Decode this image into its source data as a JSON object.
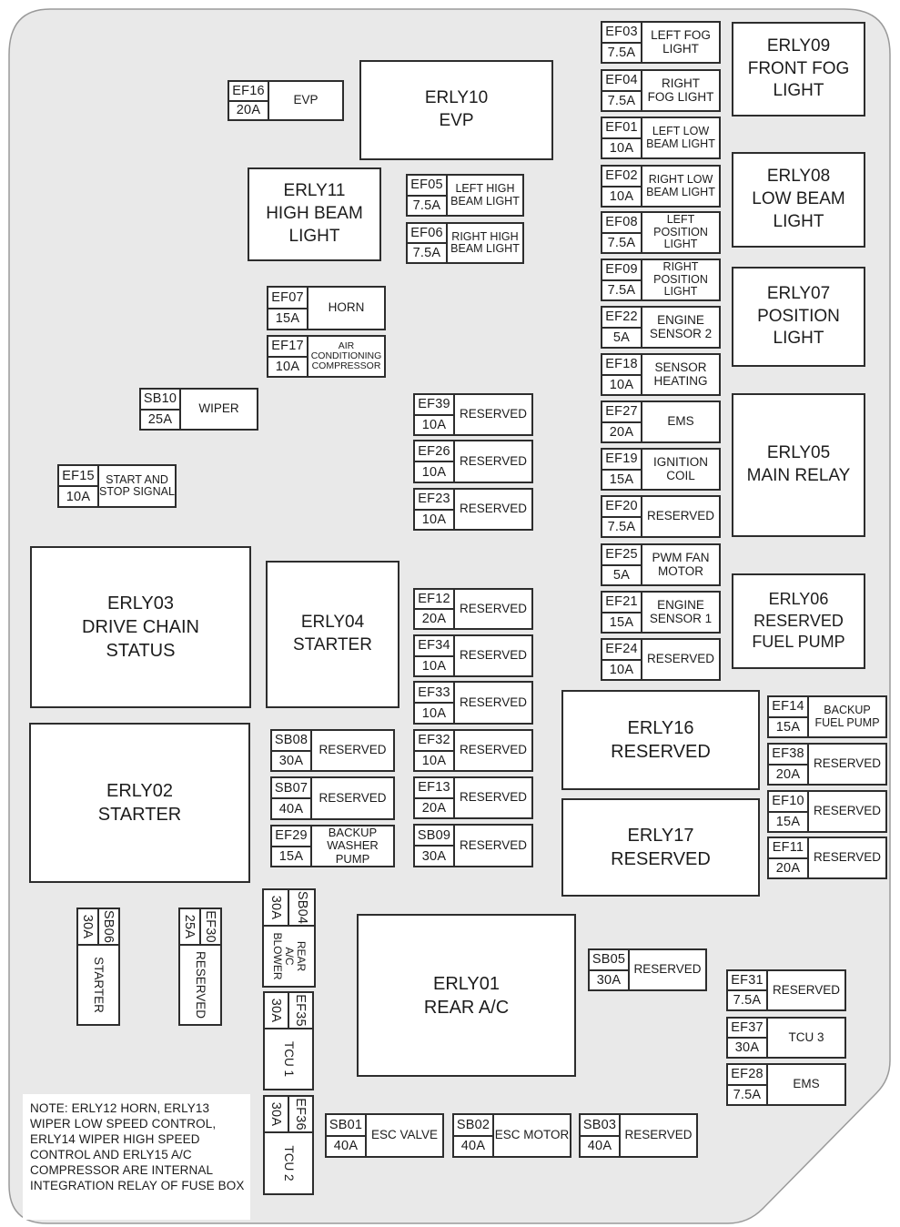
{
  "colors": {
    "board_fill": "#e9e9e9",
    "board_stroke": "#9a9a9a",
    "box_fill": "#ffffff",
    "box_border": "#2d2d2d",
    "text": "#1c1c1c"
  },
  "note": {
    "text": "NOTE: ERLY12 HORN, ERLY13 WIPER LOW SPEED CONTROL, ERLY14 WIPER HIGH SPEED CONTROL AND ERLY15 A/C COMPRESSOR ARE INTERNAL INTEGRATION RELAY OF FUSE BOX"
  },
  "relays": [
    {
      "id": "ERLY10",
      "text": "ERLY10\nEVP"
    },
    {
      "id": "ERLY11",
      "text": "ERLY11\nHIGH BEAM\nLIGHT"
    },
    {
      "id": "ERLY09",
      "text": "ERLY09\nFRONT FOG\nLIGHT"
    },
    {
      "id": "ERLY08",
      "text": "ERLY08\nLOW BEAM\nLIGHT"
    },
    {
      "id": "ERLY07",
      "text": "ERLY07\nPOSITION\nLIGHT"
    },
    {
      "id": "ERLY05",
      "text": "ERLY05\nMAIN RELAY"
    },
    {
      "id": "ERLY06",
      "text": "ERLY06\nRESERVED\nFUEL PUMP"
    },
    {
      "id": "ERLY03",
      "text": "ERLY03\nDRIVE CHAIN\nSTATUS"
    },
    {
      "id": "ERLY04",
      "text": "ERLY04\nSTARTER"
    },
    {
      "id": "ERLY02",
      "text": "ERLY02\nSTARTER"
    },
    {
      "id": "ERLY16",
      "text": "ERLY16\nRESERVED"
    },
    {
      "id": "ERLY17",
      "text": "ERLY17\nRESERVED"
    },
    {
      "id": "ERLY01",
      "text": "ERLY01\nREAR A/C"
    }
  ],
  "fuses": [
    {
      "code": "EF16",
      "amp": "20A",
      "label": "EVP"
    },
    {
      "code": "EF05",
      "amp": "7.5A",
      "label": "LEFT HIGH\nBEAM LIGHT"
    },
    {
      "code": "EF06",
      "amp": "7.5A",
      "label": "RIGHT HIGH\nBEAM LIGHT"
    },
    {
      "code": "EF03",
      "amp": "7.5A",
      "label": "LEFT FOG\nLIGHT"
    },
    {
      "code": "EF04",
      "amp": "7.5A",
      "label": "RIGHT\nFOG LIGHT"
    },
    {
      "code": "EF01",
      "amp": "10A",
      "label": "LEFT LOW\nBEAM LIGHT"
    },
    {
      "code": "EF02",
      "amp": "10A",
      "label": "RIGHT LOW\nBEAM LIGHT"
    },
    {
      "code": "EF08",
      "amp": "7.5A",
      "label": "LEFT\nPOSITION\nLIGHT"
    },
    {
      "code": "EF09",
      "amp": "7.5A",
      "label": "RIGHT\nPOSITION\nLIGHT"
    },
    {
      "code": "EF22",
      "amp": "5A",
      "label": "ENGINE\nSENSOR 2"
    },
    {
      "code": "EF18",
      "amp": "10A",
      "label": "SENSOR\nHEATING"
    },
    {
      "code": "EF27",
      "amp": "20A",
      "label": "EMS"
    },
    {
      "code": "EF19",
      "amp": "15A",
      "label": "IGNITION\nCOIL"
    },
    {
      "code": "EF20",
      "amp": "7.5A",
      "label": "RESERVED"
    },
    {
      "code": "EF25",
      "amp": "5A",
      "label": "PWM FAN\nMOTOR"
    },
    {
      "code": "EF21",
      "amp": "15A",
      "label": "ENGINE\nSENSOR 1"
    },
    {
      "code": "EF24",
      "amp": "10A",
      "label": "RESERVED"
    },
    {
      "code": "EF07",
      "amp": "15A",
      "label": "HORN"
    },
    {
      "code": "EF17",
      "amp": "10A",
      "label": "AIR\nCONDITIONING\nCOMPRESSOR"
    },
    {
      "code": "SB10",
      "amp": "25A",
      "label": "WIPER"
    },
    {
      "code": "EF15",
      "amp": "10A",
      "label": "START AND\nSTOP SIGNAL"
    },
    {
      "code": "EF39",
      "amp": "10A",
      "label": "RESERVED"
    },
    {
      "code": "EF26",
      "amp": "10A",
      "label": "RESERVED"
    },
    {
      "code": "EF23",
      "amp": "10A",
      "label": "RESERVED"
    },
    {
      "code": "EF12",
      "amp": "20A",
      "label": "RESERVED"
    },
    {
      "code": "EF34",
      "amp": "10A",
      "label": "RESERVED"
    },
    {
      "code": "EF33",
      "amp": "10A",
      "label": "RESERVED"
    },
    {
      "code": "EF32",
      "amp": "10A",
      "label": "RESERVED"
    },
    {
      "code": "EF13",
      "amp": "20A",
      "label": "RESERVED"
    },
    {
      "code": "SB09",
      "amp": "30A",
      "label": "RESERVED"
    },
    {
      "code": "SB08",
      "amp": "30A",
      "label": "RESERVED"
    },
    {
      "code": "SB07",
      "amp": "40A",
      "label": "RESERVED"
    },
    {
      "code": "EF29",
      "amp": "15A",
      "label": "BACKUP\nWASHER\nPUMP"
    },
    {
      "code": "EF14",
      "amp": "15A",
      "label": "BACKUP\nFUEL PUMP"
    },
    {
      "code": "EF38",
      "amp": "20A",
      "label": "RESERVED"
    },
    {
      "code": "EF10",
      "amp": "15A",
      "label": "RESERVED"
    },
    {
      "code": "EF11",
      "amp": "20A",
      "label": "RESERVED"
    },
    {
      "code": "SB06",
      "amp": "30A",
      "label": "STARTER"
    },
    {
      "code": "EF30",
      "amp": "25A",
      "label": "RESERVED"
    },
    {
      "code": "SB04",
      "amp": "30A",
      "label": "REAR\nA/C\nBLOWER"
    },
    {
      "code": "EF35",
      "amp": "30A",
      "label": "TCU 1"
    },
    {
      "code": "EF36",
      "amp": "30A",
      "label": "TCU 2"
    },
    {
      "code": "SB05",
      "amp": "30A",
      "label": "RESERVED"
    },
    {
      "code": "EF31",
      "amp": "7.5A",
      "label": "RESERVED"
    },
    {
      "code": "EF37",
      "amp": "30A",
      "label": "TCU 3"
    },
    {
      "code": "EF28",
      "amp": "7.5A",
      "label": "EMS"
    },
    {
      "code": "SB01",
      "amp": "40A",
      "label": "ESC VALVE"
    },
    {
      "code": "SB02",
      "amp": "40A",
      "label": "ESC MOTOR"
    },
    {
      "code": "SB03",
      "amp": "40A",
      "label": "RESERVED"
    }
  ]
}
